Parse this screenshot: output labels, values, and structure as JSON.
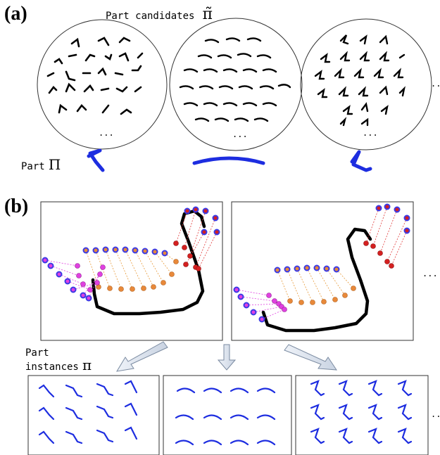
{
  "panel_a": {
    "label": "(a)",
    "title_text": "Part candidates",
    "title_symbol": "π̃",
    "ellipsis": "...",
    "side_ellipsis": "..",
    "part_label_text": "Part",
    "part_label_symbol": "Π"
  },
  "panel_b": {
    "label": "(b)",
    "side_ellipsis": "...",
    "instances_line1": "Part",
    "instances_line2": "instances",
    "instances_symbol": "π",
    "bottom_ellipsis": "..."
  },
  "colors": {
    "stroke_black": "#000000",
    "stroke_blue": "#1d2de0",
    "dot_blue": "#3a3ae6",
    "dot_orange": "#e8893a",
    "dot_red": "#d42020",
    "dot_magenta": "#e040e0",
    "line_orange": "#e79a3a",
    "line_red": "#e03a3a",
    "line_magenta": "#e040e0",
    "arrow_fill": "#dfe6f2",
    "arrow_stroke": "#7a8aa0"
  }
}
